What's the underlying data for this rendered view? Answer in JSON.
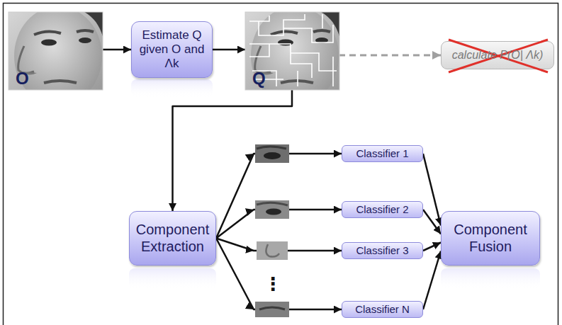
{
  "diagram": {
    "nodes": [
      {
        "text": [
          "O"
        ]
      },
      {
        "text": [
          "Estimate Q given O and Λk"
        ]
      },
      {
        "text": [
          "Q"
        ]
      },
      {
        "text": [
          "calculate P(O| Λk)"
        ]
      },
      {
        "text": [
          "Component Extraction"
        ]
      },
      {
        "text": [
          "Classifier 1"
        ]
      },
      {
        "text": [
          "Classifier 2"
        ]
      },
      {
        "text": [
          "Classifier 3"
        ]
      },
      {
        "text": [
          "Classifier N"
        ]
      },
      {
        "text": [
          "Component Fusion"
        ]
      }
    ],
    "edges": [
      {
        "from": 0,
        "to": 1,
        "arrow": "to"
      },
      {
        "from": 1,
        "to": 2,
        "arrow": "to"
      },
      {
        "from": 2,
        "to": 3,
        "arrow": "to"
      },
      {
        "from": 2,
        "to": 4,
        "arrow": "to"
      },
      {
        "from": 4,
        "to": 5,
        "arrow": "to"
      },
      {
        "from": 4,
        "to": 6,
        "arrow": "to"
      },
      {
        "from": 4,
        "to": 7,
        "arrow": "to"
      },
      {
        "from": 4,
        "to": 8,
        "arrow": "to"
      },
      {
        "from": 5,
        "to": 9,
        "arrow": "to"
      },
      {
        "from": 6,
        "to": 9,
        "arrow": "to"
      },
      {
        "from": 7,
        "to": 9,
        "arrow": "to"
      },
      {
        "from": 8,
        "to": 9,
        "arrow": "to"
      }
    ],
    "labels": [
      "⋮"
    ]
  }
}
